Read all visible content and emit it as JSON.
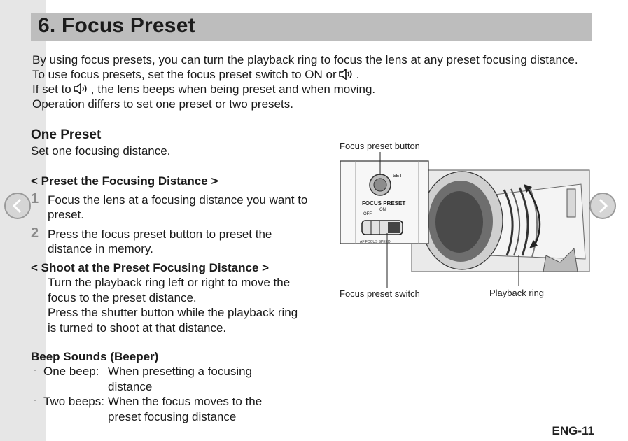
{
  "header": {
    "title": "6. Focus Preset"
  },
  "intro": {
    "line1": "By using focus presets, you can turn the playback ring to focus the lens at any preset focusing distance.",
    "line2_before": "To use focus presets, set the focus preset switch to ON or",
    "line2_after": ".",
    "line3_before": "If set to",
    "line3_after": ", the lens beeps when being preset and when moving.",
    "line4": "Operation differs to set one preset or two presets."
  },
  "one_preset": {
    "title": "One Preset",
    "subtitle": "Set one focusing distance.",
    "preset_heading": "< Preset the Focusing Distance >",
    "steps": [
      {
        "num": "1",
        "text": "Focus the lens at a focusing distance you want to preset."
      },
      {
        "num": "2",
        "text": "Press the focus preset button to preset the distance in memory."
      }
    ],
    "shoot_heading": "< Shoot at the Preset Focusing Distance >",
    "shoot_text1": "Turn the playback ring left or right to move the focus to the preset distance.",
    "shoot_text2": "Press the shutter button while the playback ring is turned to shoot at that distance."
  },
  "beep": {
    "title": "Beep Sounds (Beeper)",
    "rows": [
      {
        "bullet": "·",
        "label": "One beep:",
        "desc": "When presetting a focusing distance"
      },
      {
        "bullet": "·",
        "label": "Two beeps:",
        "desc": "When the focus moves to the preset focusing distance"
      }
    ]
  },
  "figure": {
    "label_button": "Focus preset button",
    "label_switch": "Focus preset switch",
    "label_ring": "Playback ring",
    "inset_set": "SET",
    "inset_focus_preset": "FOCUS PRESET",
    "inset_on": "ON",
    "inset_off": "OFF",
    "inset_bottom": "AF FOCUS SPEED"
  },
  "nav": {
    "prev_icon": "chevron-left-icon",
    "next_icon": "chevron-right-icon"
  },
  "footer": {
    "page": "ENG-11"
  }
}
